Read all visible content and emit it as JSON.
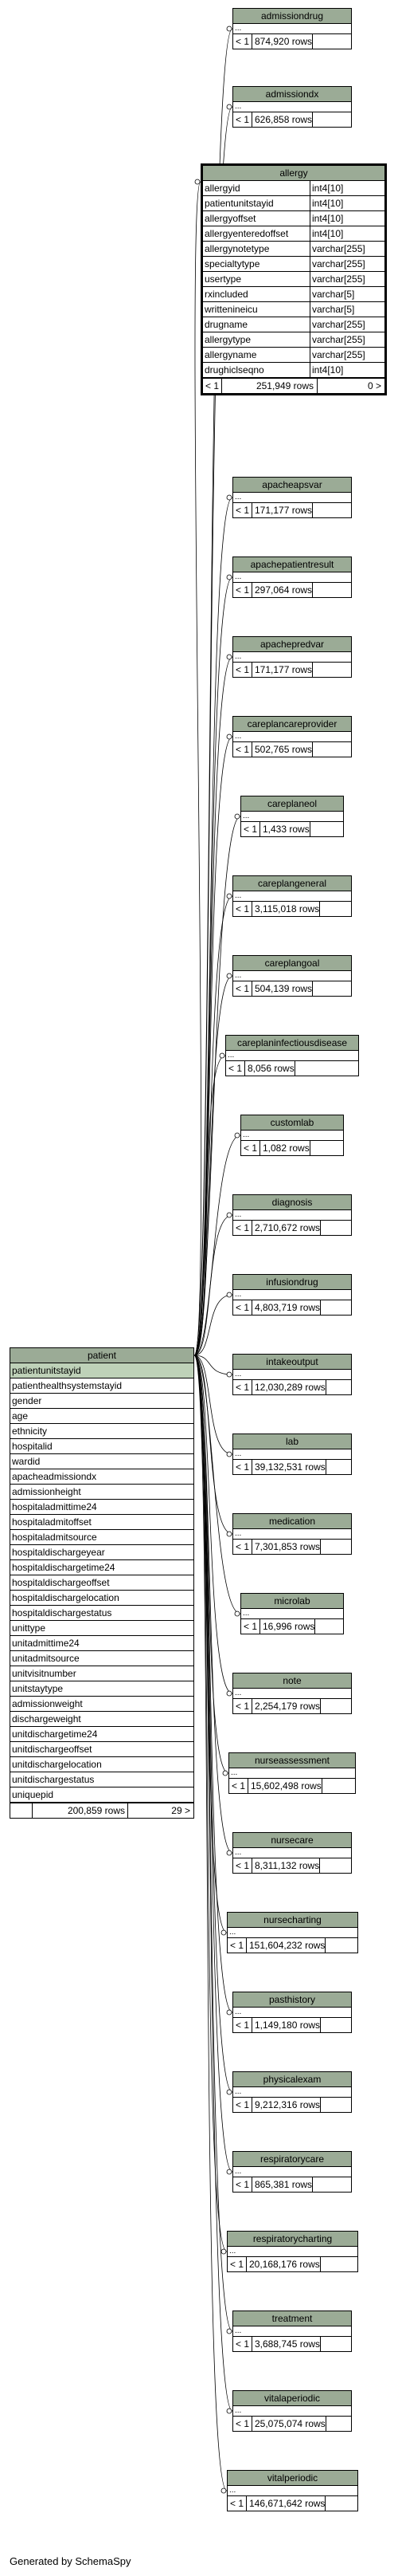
{
  "footer": "Generated by SchemaSpy",
  "focus_table": {
    "name": "patient",
    "columns": [
      "patientunitstayid",
      "patienthealthsystemstayid",
      "gender",
      "age",
      "ethnicity",
      "hospitalid",
      "wardid",
      "apacheadmissiondx",
      "admissionheight",
      "hospitaladmittime24",
      "hospitaladmitoffset",
      "hospitaladmitsource",
      "hospitaldischargeyear",
      "hospitaldischargetime24",
      "hospitaldischargeoffset",
      "hospitaldischargelocation",
      "hospitaldischargestatus",
      "unittype",
      "unitadmittime24",
      "unitadmitsource",
      "unitvisitnumber",
      "unitstaytype",
      "admissionweight",
      "dischargeweight",
      "unitdischargetime24",
      "unitdischargeoffset",
      "unitdischargelocation",
      "unitdischargestatus",
      "uniquepid"
    ],
    "row_count": "200,859 rows",
    "children": "29 >"
  },
  "allergy": {
    "name": "allergy",
    "columns": [
      {
        "name": "allergyid",
        "type": "int4[10]"
      },
      {
        "name": "patientunitstayid",
        "type": "int4[10]"
      },
      {
        "name": "allergyoffset",
        "type": "int4[10]"
      },
      {
        "name": "allergyenteredoffset",
        "type": "int4[10]"
      },
      {
        "name": "allergynotetype",
        "type": "varchar[255]"
      },
      {
        "name": "specialtytype",
        "type": "varchar[255]"
      },
      {
        "name": "usertype",
        "type": "varchar[255]"
      },
      {
        "name": "rxincluded",
        "type": "varchar[5]"
      },
      {
        "name": "writtenineicu",
        "type": "varchar[5]"
      },
      {
        "name": "drugname",
        "type": "varchar[255]"
      },
      {
        "name": "allergytype",
        "type": "varchar[255]"
      },
      {
        "name": "allergyname",
        "type": "varchar[255]"
      },
      {
        "name": "drughiclseqno",
        "type": "int4[10]"
      }
    ],
    "lt": "< 1",
    "row_count": "251,949 rows",
    "children": "0 >"
  },
  "child_tables": [
    {
      "name": "admissiondrug",
      "lt": "< 1",
      "row_count": "874,920 rows"
    },
    {
      "name": "admissiondx",
      "lt": "< 1",
      "row_count": "626,858 rows"
    },
    {
      "name": "apacheapsvar",
      "lt": "< 1",
      "row_count": "171,177 rows"
    },
    {
      "name": "apachepatientresult",
      "lt": "< 1",
      "row_count": "297,064 rows"
    },
    {
      "name": "apachepredvar",
      "lt": "< 1",
      "row_count": "171,177 rows"
    },
    {
      "name": "careplancareprovider",
      "lt": "< 1",
      "row_count": "502,765 rows"
    },
    {
      "name": "careplaneol",
      "lt": "< 1",
      "row_count": "1,433 rows"
    },
    {
      "name": "careplangeneral",
      "lt": "< 1",
      "row_count": "3,115,018 rows"
    },
    {
      "name": "careplangoal",
      "lt": "< 1",
      "row_count": "504,139 rows"
    },
    {
      "name": "careplaninfectiousdisease",
      "lt": "< 1",
      "row_count": "8,056 rows"
    },
    {
      "name": "customlab",
      "lt": "< 1",
      "row_count": "1,082 rows"
    },
    {
      "name": "diagnosis",
      "lt": "< 1",
      "row_count": "2,710,672 rows"
    },
    {
      "name": "infusiondrug",
      "lt": "< 1",
      "row_count": "4,803,719 rows"
    },
    {
      "name": "intakeoutput",
      "lt": "< 1",
      "row_count": "12,030,289 rows"
    },
    {
      "name": "lab",
      "lt": "< 1",
      "row_count": "39,132,531 rows"
    },
    {
      "name": "medication",
      "lt": "< 1",
      "row_count": "7,301,853 rows"
    },
    {
      "name": "microlab",
      "lt": "< 1",
      "row_count": "16,996 rows"
    },
    {
      "name": "note",
      "lt": "< 1",
      "row_count": "2,254,179 rows"
    },
    {
      "name": "nurseassessment",
      "lt": "< 1",
      "row_count": "15,602,498 rows"
    },
    {
      "name": "nursecare",
      "lt": "< 1",
      "row_count": "8,311,132 rows"
    },
    {
      "name": "nursecharting",
      "lt": "< 1",
      "row_count": "151,604,232 rows"
    },
    {
      "name": "pasthistory",
      "lt": "< 1",
      "row_count": "1,149,180 rows"
    },
    {
      "name": "physicalexam",
      "lt": "< 1",
      "row_count": "9,212,316 rows"
    },
    {
      "name": "respiratorycare",
      "lt": "< 1",
      "row_count": "865,381 rows"
    },
    {
      "name": "respiratorycharting",
      "lt": "< 1",
      "row_count": "20,168,176 rows"
    },
    {
      "name": "treatment",
      "lt": "< 1",
      "row_count": "3,688,745 rows"
    },
    {
      "name": "vitalaperiodic",
      "lt": "< 1",
      "row_count": "25,075,074 rows"
    },
    {
      "name": "vitalperiodic",
      "lt": "< 1",
      "row_count": "146,671,642 rows"
    }
  ],
  "colors": {
    "header": "#9bab96",
    "key_column": "#bed1b8",
    "edge": "#000000"
  }
}
